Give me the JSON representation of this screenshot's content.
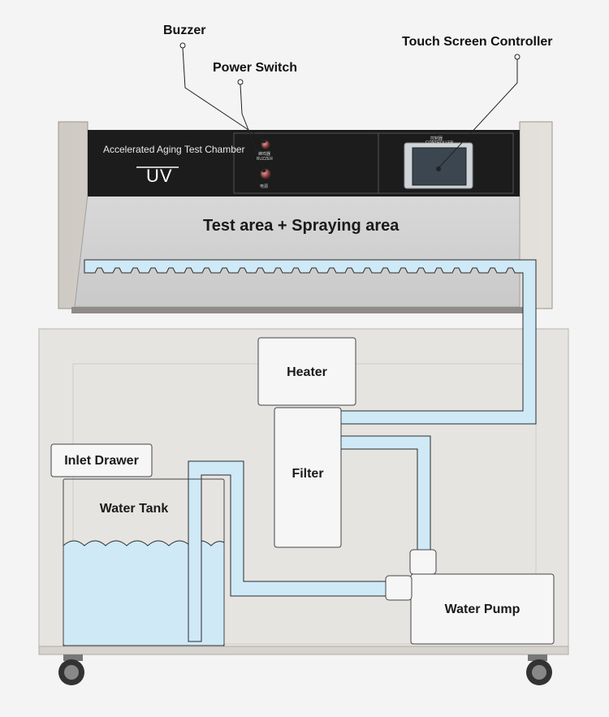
{
  "callouts": {
    "buzzer": "Buzzer",
    "power_switch": "Power Switch",
    "touch_screen_controller": "Touch Screen Controller"
  },
  "panel": {
    "title": "Accelerated Aging Test Chamber",
    "logo": "UV",
    "buzzer_small_label": "蜂鸣器",
    "buzzer_small_sub": "BUZZER",
    "power_small_label": "电源",
    "controller_small_label": "控制器",
    "controller_small_sub": "CONTROLLER"
  },
  "areas": {
    "test_area": "Test area + Spraying area"
  },
  "components": {
    "heater": "Heater",
    "filter": "Filter",
    "inlet_drawer": "Inlet Drawer",
    "water_tank": "Water Tank",
    "water_pump": "Water Pump"
  },
  "colors": {
    "water": "#cfe9f7",
    "water_stroke": "#2b2b2b",
    "panel": "#1c1c1c",
    "body": "#e6e4e1"
  }
}
